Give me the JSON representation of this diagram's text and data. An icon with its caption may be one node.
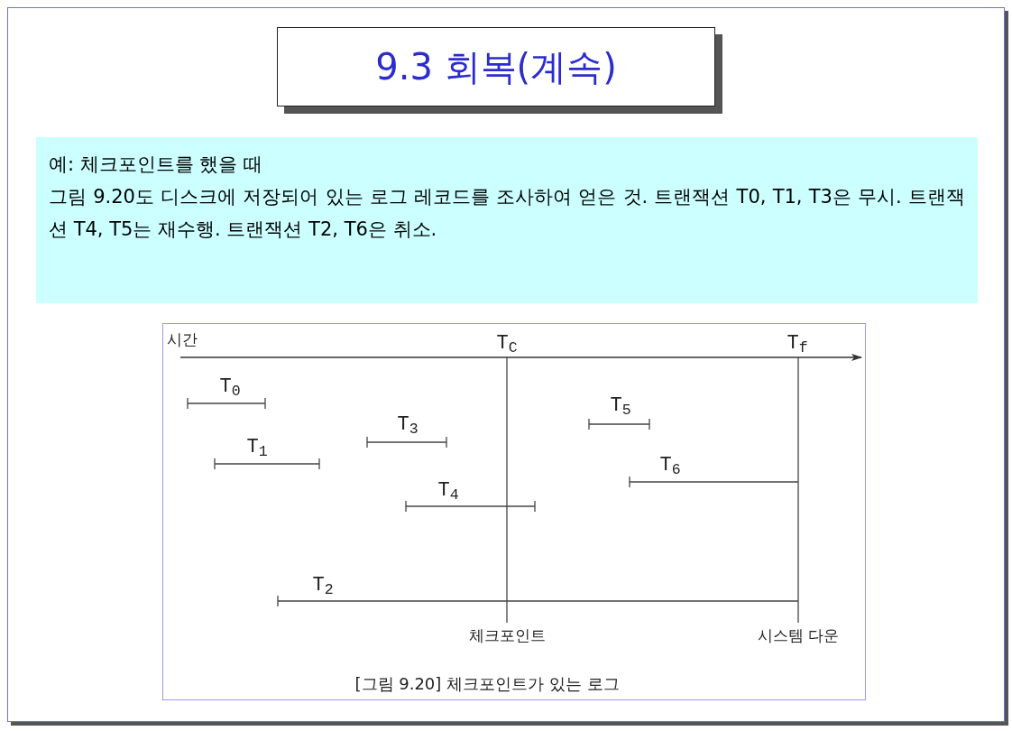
{
  "diagram": {
    "nodes": [
      {
        "text": [
          "9.3 회복(계속)"
        ]
      },
      {
        "text": [
          "예: 체크포인트를 했을 때",
          "그림 9.20도 디스크에 저장되어 있는 로그 레코드를 조사하여 얻은 것. 트랜잭션 T0, T1, T3은 무시. 트랜잭션 T4, T5는 재수행. 트랜잭션 T2, T6은 취소."
        ]
      }
    ],
    "labels": [
      "시간",
      "T$_{C}$",
      "T$_{f}$",
      "T$_{0}$",
      "T$_{5}$",
      "T$_{3}$",
      "T$_{1}$",
      "T$_{6}$",
      "T$_{4}$",
      "T$_{2}$",
      "체크포인트",
      "시스템 다운"
    ],
    "caption": "[그림 9.20] 체크포인트가 있는 로그"
  }
}
